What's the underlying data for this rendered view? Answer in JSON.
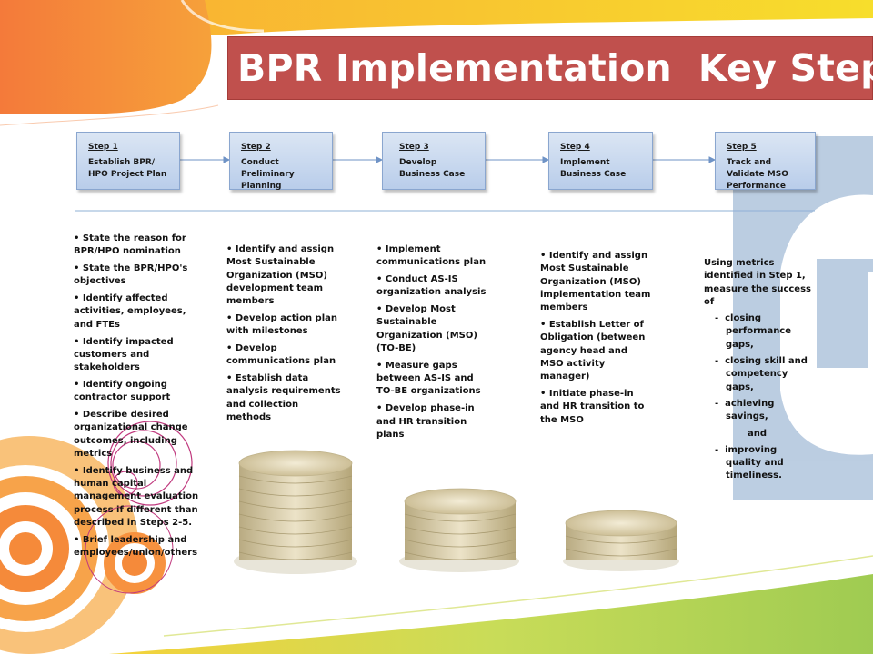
{
  "title": "BPR Implementation  Key Steps",
  "steps": [
    {
      "label": "Step 1",
      "text": "Establish BPR/ HPO Project Plan"
    },
    {
      "label": "Step 2",
      "text": "Conduct Preliminary Planning"
    },
    {
      "label": "Step 3",
      "text": "Develop Business Case"
    },
    {
      "label": "Step 4",
      "text": "Implement Business Case"
    },
    {
      "label": "Step 5",
      "text": "Track and Validate MSO Performance"
    }
  ],
  "columns": [
    {
      "items": [
        "State the reason for BPR/HPO nomination",
        "State the BPR/HPO's objectives",
        "Identify affected activities, employees, and FTEs",
        "Identify impacted customers and stakeholders",
        "Identify ongoing contractor support",
        "Describe desired organizational change outcomes, including metrics",
        "Identify business and human capital management evaluation process if different than described in Steps 2-5.",
        "Brief leadership and employees/union/others"
      ]
    },
    {
      "items": [
        "Identify and assign Most Sustainable Organization (MSO) development team members",
        "Develop action plan with milestones",
        "Develop communications plan",
        "Establish data analysis requirements and collection methods"
      ]
    },
    {
      "items": [
        "Implement communications plan",
        "Conduct AS-IS organization analysis",
        "Develop Most Sustainable Organization (MSO) (TO-BE)",
        "Measure gaps between AS-IS and TO-BE organizations",
        "Develop phase-in and HR transition plans"
      ]
    },
    {
      "items": [
        "Identify and assign Most Sustainable Organization (MSO) implementation team members",
        "Establish Letter of Obligation (between agency head and MSO activity manager)",
        "Initiate phase-in and HR transition to the MSO"
      ]
    }
  ],
  "step5_detail": {
    "intro": "Using metrics identified in Step 1, measure the success of",
    "items": [
      "closing performance gaps,",
      "closing skill and competency gaps,",
      "achieving savings,",
      "improving quality and timeliness."
    ],
    "connector": "and"
  },
  "colors": {
    "title_bg": "#c0504d",
    "step_box": "#c6d7ee",
    "orange": "#f58c3a",
    "yellow": "#f3d32b",
    "green": "#b4d25a",
    "watermark_blue": "#b8cbe0"
  },
  "icons": [
    "coin-stack-icon",
    "decorative-circles"
  ]
}
